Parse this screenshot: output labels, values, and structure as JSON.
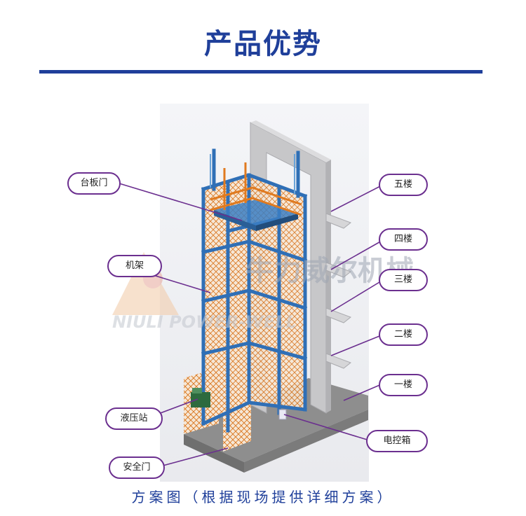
{
  "title": "产品优势",
  "caption": "方案图（根据现场提供详细方案）",
  "watermark": {
    "cn": "牛力威尔机械",
    "en": "NIULI POWER-WELL"
  },
  "callouts_left": [
    "台板门",
    "机架",
    "液压站",
    "安全门"
  ],
  "callouts_right": [
    "五楼",
    "四楼",
    "三楼",
    "二楼",
    "一楼",
    "电控箱"
  ],
  "colors": {
    "title": "#1f3f9a",
    "callout_border": "#6b2f8f",
    "frame": "#2f6fb6",
    "mesh": "#e07a1f",
    "concrete": "#c7c7c9"
  }
}
